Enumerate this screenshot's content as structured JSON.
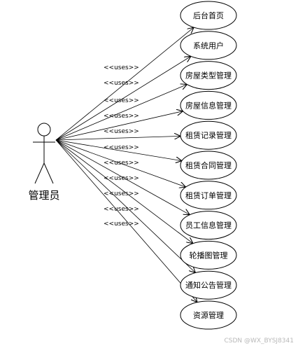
{
  "actor": {
    "name": "管理员"
  },
  "stereotype": "<<uses>>",
  "use_cases": [
    {
      "label": "后台首页"
    },
    {
      "label": "系统用户"
    },
    {
      "label": "房屋类型管理"
    },
    {
      "label": "房屋信息管理"
    },
    {
      "label": "租赁记录管理"
    },
    {
      "label": "租赁合同管理"
    },
    {
      "label": "租赁订单管理"
    },
    {
      "label": "员工信息管理"
    },
    {
      "label": "轮播图管理"
    },
    {
      "label": "通知公告管理"
    },
    {
      "label": "资源管理"
    }
  ],
  "watermark": "CSDN @WX_BYSJ8341"
}
